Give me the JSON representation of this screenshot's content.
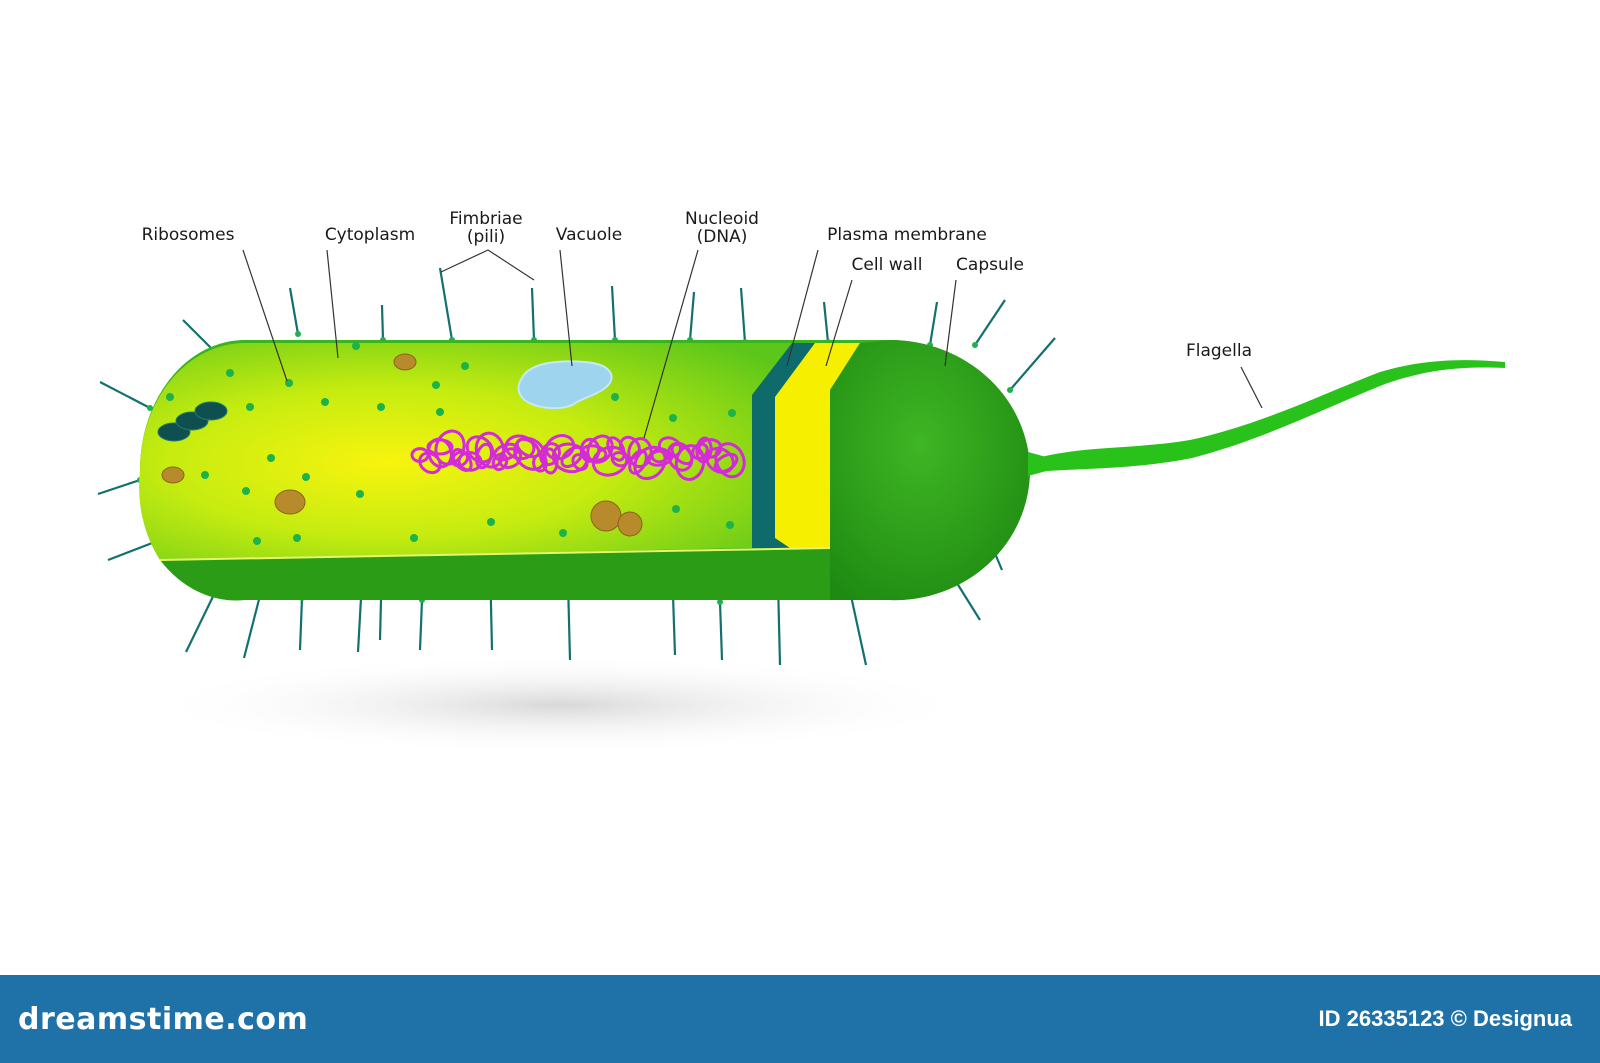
{
  "colors": {
    "cytoplasm_light": "#f2f212",
    "cytoplasm_mid": "#b8ea10",
    "capsule_green": "#2ea81a",
    "capsule_dark": "#1f8e12",
    "cell_wall": "#f6f000",
    "plasma_membrane": "#0f6b6b",
    "nucleoid": "#d42ad8",
    "vacuole": "#9fd4ee",
    "ribosome": "#1bb34a",
    "granule": "#b78a2c",
    "pili": "#137070",
    "footer_bg": "#1f72a8"
  },
  "labels": {
    "ribosomes": "Ribosomes",
    "cytoplasm": "Cytoplasm",
    "fimbriae_line1": "Fimbriae",
    "fimbriae_line2": "(pili)",
    "vacuole": "Vacuole",
    "nucleoid_line1": "Nucleoid",
    "nucleoid_line2": "(DNA)",
    "plasma_membrane": "Plasma membrane",
    "cell_wall": "Cell wall",
    "capsule": "Capsule",
    "flagella": "Flagella"
  },
  "footer": {
    "brand": "dreamstime.com",
    "stock_id": "ID 26335123 © Designua"
  }
}
